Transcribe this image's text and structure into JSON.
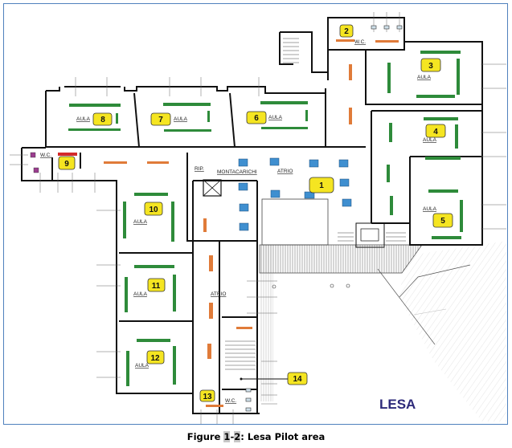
{
  "figure": {
    "caption_prefix": "Figure ",
    "caption_num1": "1",
    "caption_dash": "-",
    "caption_num2": "2",
    "caption_rest": ": Lesa Pilot area",
    "site_name": "LESA"
  },
  "colors": {
    "frame": "#4f81bd",
    "badge": "#f5e521",
    "desk_green": "#2e8b3a",
    "desk_orange": "#e07b39",
    "desk_blue": "#3f8fd0",
    "desk_red": "#d42a2a",
    "marker_purple": "#9b3d8f",
    "wall": "#111111",
    "site_text": "#2d2a7a"
  },
  "rooms": [
    {
      "number": "1",
      "label": "ATRIO"
    },
    {
      "number": "2",
      "label": "W.C."
    },
    {
      "number": "3",
      "label": "AULA"
    },
    {
      "number": "4",
      "label": "AULA"
    },
    {
      "number": "5",
      "label": "AULA"
    },
    {
      "number": "6",
      "label": "AULA"
    },
    {
      "number": "7",
      "label": "AULA"
    },
    {
      "number": "8",
      "label": "AULA"
    },
    {
      "number": "9",
      "label": "W.C."
    },
    {
      "number": "10",
      "label": "AULA"
    },
    {
      "number": "11",
      "label": "AULA"
    },
    {
      "number": "12",
      "label": "AULA"
    },
    {
      "number": "13",
      "label": "W.C."
    },
    {
      "number": "14",
      "label": ""
    }
  ],
  "extra_labels": {
    "rip": "RIP.",
    "montacarichi": "MONTACARICHI",
    "atrio_lower": "ATRIO"
  }
}
